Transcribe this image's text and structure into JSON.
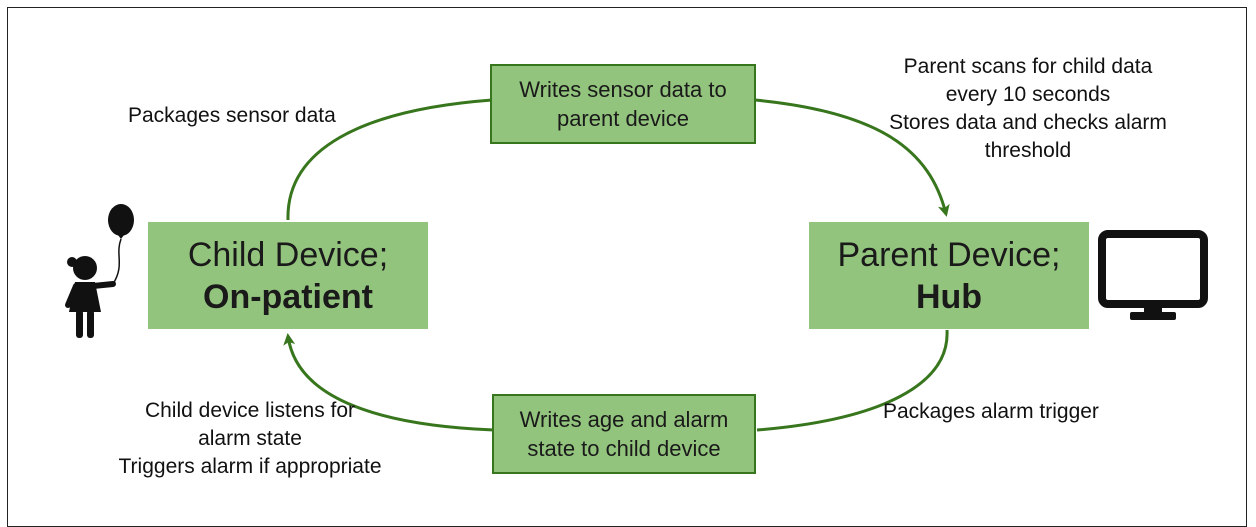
{
  "colors": {
    "box_fill": "#93c47d",
    "box_border": "#38761d",
    "arrow": "#38761d",
    "icon": "#111111"
  },
  "child_device": {
    "line1": "Child Device;",
    "line2": "On-patient"
  },
  "parent_device": {
    "line1": "Parent Device;",
    "line2": "Hub"
  },
  "top_box": {
    "line1": "Writes sensor data to",
    "line2": "parent device"
  },
  "bottom_box": {
    "line1": "Writes age and alarm",
    "line2": "state to child device"
  },
  "notes": {
    "top_left": "Packages sensor data",
    "top_right": [
      "Parent scans for child data",
      "every 10 seconds",
      "Stores data and checks alarm",
      "threshold"
    ],
    "bottom_right": "Packages alarm trigger",
    "bottom_left": [
      "Child device listens for",
      "alarm state",
      "Triggers alarm if appropriate"
    ]
  },
  "icons": {
    "left": "child-with-balloon-icon",
    "right": "monitor-icon"
  }
}
